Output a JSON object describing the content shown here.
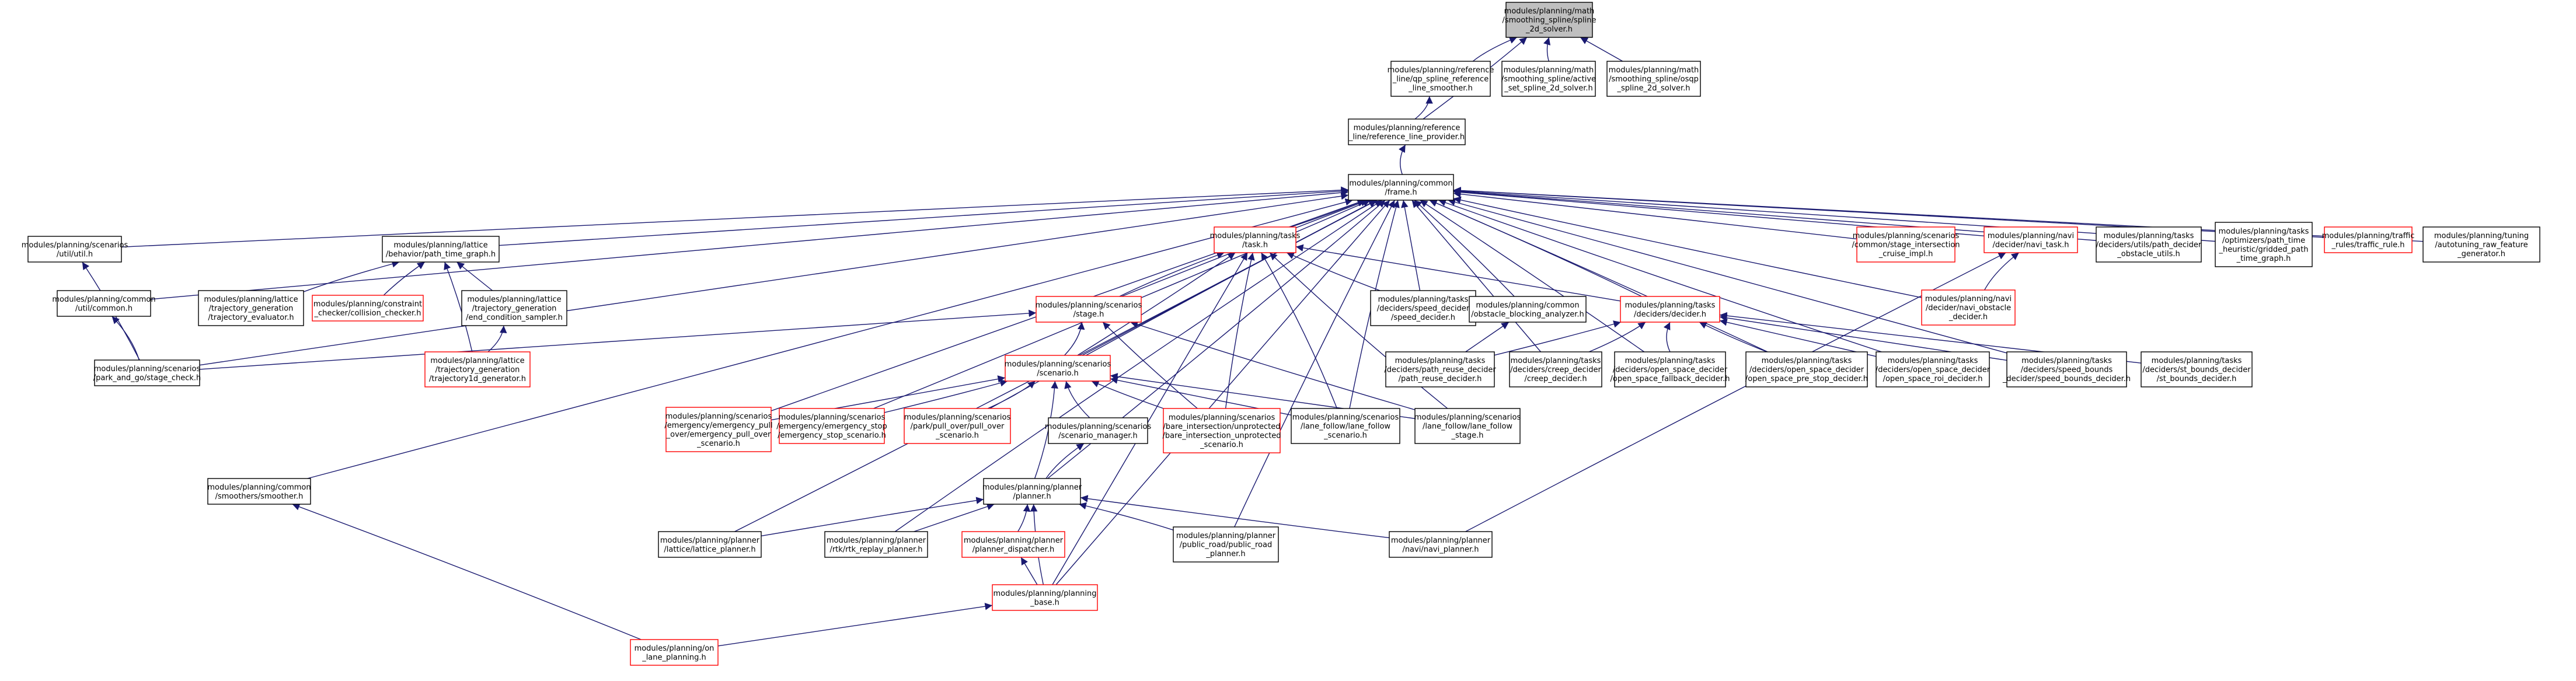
{
  "colors": {
    "edge": "#191970",
    "plain_border": "#000000",
    "incomplete_border": "#ff0000",
    "root_fill": "#bfbfbf"
  },
  "nodes": [
    {
      "id": "spline_solver",
      "lines": [
        "modules/planning/math",
        "/smoothing_spline/spline",
        "_2d_solver.h"
      ],
      "style": "root"
    },
    {
      "id": "qp_smoother",
      "lines": [
        "modules/planning/reference",
        "_line/qp_spline_reference",
        "_line_smoother.h"
      ],
      "style": "plain"
    },
    {
      "id": "active_set",
      "lines": [
        "modules/planning/math",
        "/smoothing_spline/active",
        "_set_spline_2d_solver.h"
      ],
      "style": "plain"
    },
    {
      "id": "osqp",
      "lines": [
        "modules/planning/math",
        "/smoothing_spline/osqp",
        "_spline_2d_solver.h"
      ],
      "style": "plain"
    },
    {
      "id": "ref_provider",
      "lines": [
        "modules/planning/reference",
        "_line/reference_line_provider.h"
      ],
      "style": "plain"
    },
    {
      "id": "frame",
      "lines": [
        "modules/planning/common",
        "/frame.h"
      ],
      "style": "plain"
    },
    {
      "id": "util",
      "lines": [
        "modules/planning/scenarios",
        "/util/util.h"
      ],
      "style": "plain"
    },
    {
      "id": "path_time_graph",
      "lines": [
        "modules/planning/lattice",
        "/behavior/path_time_graph.h"
      ],
      "style": "plain"
    },
    {
      "id": "task",
      "lines": [
        "modules/planning/tasks",
        "/task.h"
      ],
      "style": "incomplete"
    },
    {
      "id": "stage_intersection",
      "lines": [
        "modules/planning/scenarios",
        "/common/stage_intersection",
        "_cruise_impl.h"
      ],
      "style": "incomplete"
    },
    {
      "id": "navi_task",
      "lines": [
        "modules/planning/navi",
        "/decider/navi_task.h"
      ],
      "style": "incomplete"
    },
    {
      "id": "path_decider_obstacle",
      "lines": [
        "modules/planning/tasks",
        "/deciders/utils/path_decider",
        "_obstacle_utils.h"
      ],
      "style": "plain"
    },
    {
      "id": "gridded",
      "lines": [
        "modules/planning/tasks",
        "/optimizers/path_time",
        "_heuristic/gridded_path",
        "_time_graph.h"
      ],
      "style": "plain"
    },
    {
      "id": "traffic_rule",
      "lines": [
        "modules/planning/traffic",
        "_rules/traffic_rule.h"
      ],
      "style": "incomplete"
    },
    {
      "id": "autotuning",
      "lines": [
        "modules/planning/tuning",
        "/autotuning_raw_feature",
        "_generator.h"
      ],
      "style": "plain"
    },
    {
      "id": "common_util",
      "lines": [
        "modules/planning/common",
        "/util/common.h"
      ],
      "style": "plain"
    },
    {
      "id": "traj_evaluator",
      "lines": [
        "modules/planning/lattice",
        "/trajectory_generation",
        "/trajectory_evaluator.h"
      ],
      "style": "plain"
    },
    {
      "id": "collision_checker",
      "lines": [
        "modules/planning/constraint",
        "_checker/collision_checker.h"
      ],
      "style": "incomplete"
    },
    {
      "id": "end_condition",
      "lines": [
        "modules/planning/lattice",
        "/trajectory_generation",
        "/end_condition_sampler.h"
      ],
      "style": "plain"
    },
    {
      "id": "stage",
      "lines": [
        "modules/planning/scenarios",
        "/stage.h"
      ],
      "style": "incomplete"
    },
    {
      "id": "speed_decider",
      "lines": [
        "modules/planning/tasks",
        "/deciders/speed_decider",
        "/speed_decider.h"
      ],
      "style": "plain"
    },
    {
      "id": "blocking",
      "lines": [
        "modules/planning/common",
        "/obstacle_blocking_analyzer.h"
      ],
      "style": "plain"
    },
    {
      "id": "decider",
      "lines": [
        "modules/planning/tasks",
        "/deciders/decider.h"
      ],
      "style": "incomplete"
    },
    {
      "id": "navi_obstacle",
      "lines": [
        "modules/planning/navi",
        "/decider/navi_obstacle",
        "_decider.h"
      ],
      "style": "incomplete"
    },
    {
      "id": "garage",
      "lines": [
        "modules/planning/scenarios",
        "/park_and_go/stage_check.h"
      ],
      "style": "plain"
    },
    {
      "id": "traj1d",
      "lines": [
        "modules/planning/lattice",
        "/trajectory_generation",
        "/trajectory1d_generator.h"
      ],
      "style": "incomplete"
    },
    {
      "id": "path_reuse",
      "lines": [
        "modules/planning/tasks",
        "/deciders/path_reuse_decider",
        "/path_reuse_decider.h"
      ],
      "style": "plain"
    },
    {
      "id": "creep",
      "lines": [
        "modules/planning/tasks",
        "/deciders/creep_decider",
        "/creep_decider.h"
      ],
      "style": "plain"
    },
    {
      "id": "fallback",
      "lines": [
        "modules/planning/tasks",
        "/deciders/open_space_decider",
        "/open_space_fallback_decider.h"
      ],
      "style": "plain"
    },
    {
      "id": "pre_stop",
      "lines": [
        "modules/planning/tasks",
        "/deciders/open_space_decider",
        "/open_space_pre_stop_decider.h"
      ],
      "style": "plain"
    },
    {
      "id": "roi",
      "lines": [
        "modules/planning/tasks",
        "/deciders/open_space_decider",
        "/open_space_roi_decider.h"
      ],
      "style": "plain"
    },
    {
      "id": "speed_bounds",
      "lines": [
        "modules/planning/tasks",
        "/deciders/speed_bounds",
        "_decider/speed_bounds_decider.h"
      ],
      "style": "plain"
    },
    {
      "id": "st_bounds",
      "lines": [
        "modules/planning/tasks",
        "/deciders/st_bounds_decider",
        "/st_bounds_decider.h"
      ],
      "style": "plain"
    },
    {
      "id": "scenario",
      "lines": [
        "modules/planning/scenarios",
        "/scenario.h"
      ],
      "style": "incomplete"
    },
    {
      "id": "pull_over",
      "lines": [
        "modules/planning/scenarios",
        "/emergency/emergency_pull",
        "_over/emergency_pull_over",
        "_scenario.h"
      ],
      "style": "incomplete"
    },
    {
      "id": "emergency_stop",
      "lines": [
        "modules/planning/scenarios",
        "/emergency/emergency_stop",
        "/emergency_stop_scenario.h"
      ],
      "style": "incomplete"
    },
    {
      "id": "park_pull_over",
      "lines": [
        "modules/planning/scenarios",
        "/park/pull_over/pull_over",
        "_scenario.h"
      ],
      "style": "incomplete"
    },
    {
      "id": "scenario_manager",
      "lines": [
        "modules/planning/scenarios",
        "/scenario_manager.h"
      ],
      "style": "plain"
    },
    {
      "id": "bare",
      "lines": [
        "modules/planning/scenarios",
        "/bare_intersection/unprotected",
        "/bare_intersection_unprotected",
        "_scenario.h"
      ],
      "style": "incomplete"
    },
    {
      "id": "lane_follow_scenario",
      "lines": [
        "modules/planning/scenarios",
        "/lane_follow/lane_follow",
        "_scenario.h"
      ],
      "style": "plain"
    },
    {
      "id": "lane_follow_stage",
      "lines": [
        "modules/planning/scenarios",
        "/lane_follow/lane_follow",
        "_stage.h"
      ],
      "style": "plain"
    },
    {
      "id": "smoother",
      "lines": [
        "modules/planning/common",
        "/smoothers/smoother.h"
      ],
      "style": "plain"
    },
    {
      "id": "planner",
      "lines": [
        "modules/planning/planner",
        "/planner.h"
      ],
      "style": "plain"
    },
    {
      "id": "lattice_planner",
      "lines": [
        "modules/planning/planner",
        "/lattice/lattice_planner.h"
      ],
      "style": "plain"
    },
    {
      "id": "rtk",
      "lines": [
        "modules/planning/planner",
        "/rtk/rtk_replay_planner.h"
      ],
      "style": "plain"
    },
    {
      "id": "dispatcher",
      "lines": [
        "modules/planning/planner",
        "/planner_dispatcher.h"
      ],
      "style": "incomplete"
    },
    {
      "id": "public_road",
      "lines": [
        "modules/planning/planner",
        "/public_road/public_road",
        "_planner.h"
      ],
      "style": "plain"
    },
    {
      "id": "navi_planner",
      "lines": [
        "modules/planning/planner",
        "/navi/navi_planner.h"
      ],
      "style": "plain"
    },
    {
      "id": "planning_base",
      "lines": [
        "modules/planning/planning",
        "_base.h"
      ],
      "style": "incomplete"
    },
    {
      "id": "on_lane",
      "lines": [
        "modules/planning/on",
        "_lane_planning.h"
      ],
      "style": "incomplete"
    }
  ],
  "edges": [
    [
      "qp_smoother",
      "spline_solver"
    ],
    [
      "active_set",
      "spline_solver"
    ],
    [
      "osqp",
      "spline_solver"
    ],
    [
      "ref_provider",
      "spline_solver"
    ],
    [
      "ref_provider",
      "qp_smoother"
    ],
    [
      "frame",
      "ref_provider"
    ],
    [
      "util",
      "frame"
    ],
    [
      "path_time_graph",
      "frame"
    ],
    [
      "task",
      "frame"
    ],
    [
      "stage_intersection",
      "frame"
    ],
    [
      "navi_task",
      "frame"
    ],
    [
      "path_decider_obstacle",
      "frame"
    ],
    [
      "gridded",
      "frame"
    ],
    [
      "traffic_rule",
      "frame"
    ],
    [
      "autotuning",
      "frame"
    ],
    [
      "common_util",
      "frame"
    ],
    [
      "stage",
      "frame"
    ],
    [
      "speed_decider",
      "frame"
    ],
    [
      "blocking",
      "frame"
    ],
    [
      "decider",
      "frame"
    ],
    [
      "navi_obstacle",
      "frame"
    ],
    [
      "garage",
      "frame"
    ],
    [
      "creep",
      "frame"
    ],
    [
      "fallback",
      "frame"
    ],
    [
      "pre_stop",
      "frame"
    ],
    [
      "roi",
      "frame"
    ],
    [
      "speed_bounds",
      "frame"
    ],
    [
      "scenario",
      "frame"
    ],
    [
      "pull_over",
      "frame"
    ],
    [
      "emergency_stop",
      "frame"
    ],
    [
      "park_pull_over",
      "frame"
    ],
    [
      "lane_follow_scenario",
      "frame"
    ],
    [
      "smoother",
      "frame"
    ],
    [
      "planner",
      "frame"
    ],
    [
      "lattice_planner",
      "frame"
    ],
    [
      "rtk",
      "frame"
    ],
    [
      "public_road",
      "frame"
    ],
    [
      "planning_base",
      "frame"
    ],
    [
      "garage",
      "util"
    ],
    [
      "garage",
      "common_util"
    ],
    [
      "traj_evaluator",
      "path_time_graph"
    ],
    [
      "collision_checker",
      "path_time_graph"
    ],
    [
      "end_condition",
      "path_time_graph"
    ],
    [
      "traj1d",
      "path_time_graph"
    ],
    [
      "traj1d",
      "end_condition"
    ],
    [
      "stage",
      "task"
    ],
    [
      "speed_decider",
      "task"
    ],
    [
      "decider",
      "task"
    ],
    [
      "scenario",
      "task"
    ],
    [
      "lane_follow_scenario",
      "task"
    ],
    [
      "lane_follow_stage",
      "task"
    ],
    [
      "bare",
      "task"
    ],
    [
      "planning_base",
      "task"
    ],
    [
      "garage",
      "stage"
    ],
    [
      "scenario",
      "stage"
    ],
    [
      "lane_follow_stage",
      "stage"
    ],
    [
      "bare",
      "stage"
    ],
    [
      "path_reuse",
      "blocking"
    ],
    [
      "path_reuse",
      "decider"
    ],
    [
      "creep",
      "decider"
    ],
    [
      "fallback",
      "decider"
    ],
    [
      "pre_stop",
      "decider"
    ],
    [
      "roi",
      "decider"
    ],
    [
      "speed_bounds",
      "decider"
    ],
    [
      "st_bounds",
      "decider"
    ],
    [
      "navi_obstacle",
      "navi_task"
    ],
    [
      "navi_planner",
      "navi_task"
    ],
    [
      "pull_over",
      "scenario"
    ],
    [
      "emergency_stop",
      "scenario"
    ],
    [
      "park_pull_over",
      "scenario"
    ],
    [
      "scenario_manager",
      "scenario"
    ],
    [
      "bare",
      "scenario"
    ],
    [
      "lane_follow_scenario",
      "scenario"
    ],
    [
      "lane_follow_stage",
      "scenario"
    ],
    [
      "planner",
      "scenario"
    ],
    [
      "planner",
      "scenario_manager"
    ],
    [
      "lattice_planner",
      "planner"
    ],
    [
      "rtk",
      "planner"
    ],
    [
      "dispatcher",
      "planner"
    ],
    [
      "public_road",
      "planner"
    ],
    [
      "navi_planner",
      "planner"
    ],
    [
      "planning_base",
      "planner"
    ],
    [
      "planning_base",
      "dispatcher"
    ],
    [
      "on_lane",
      "planning_base"
    ],
    [
      "on_lane",
      "smoother"
    ]
  ]
}
